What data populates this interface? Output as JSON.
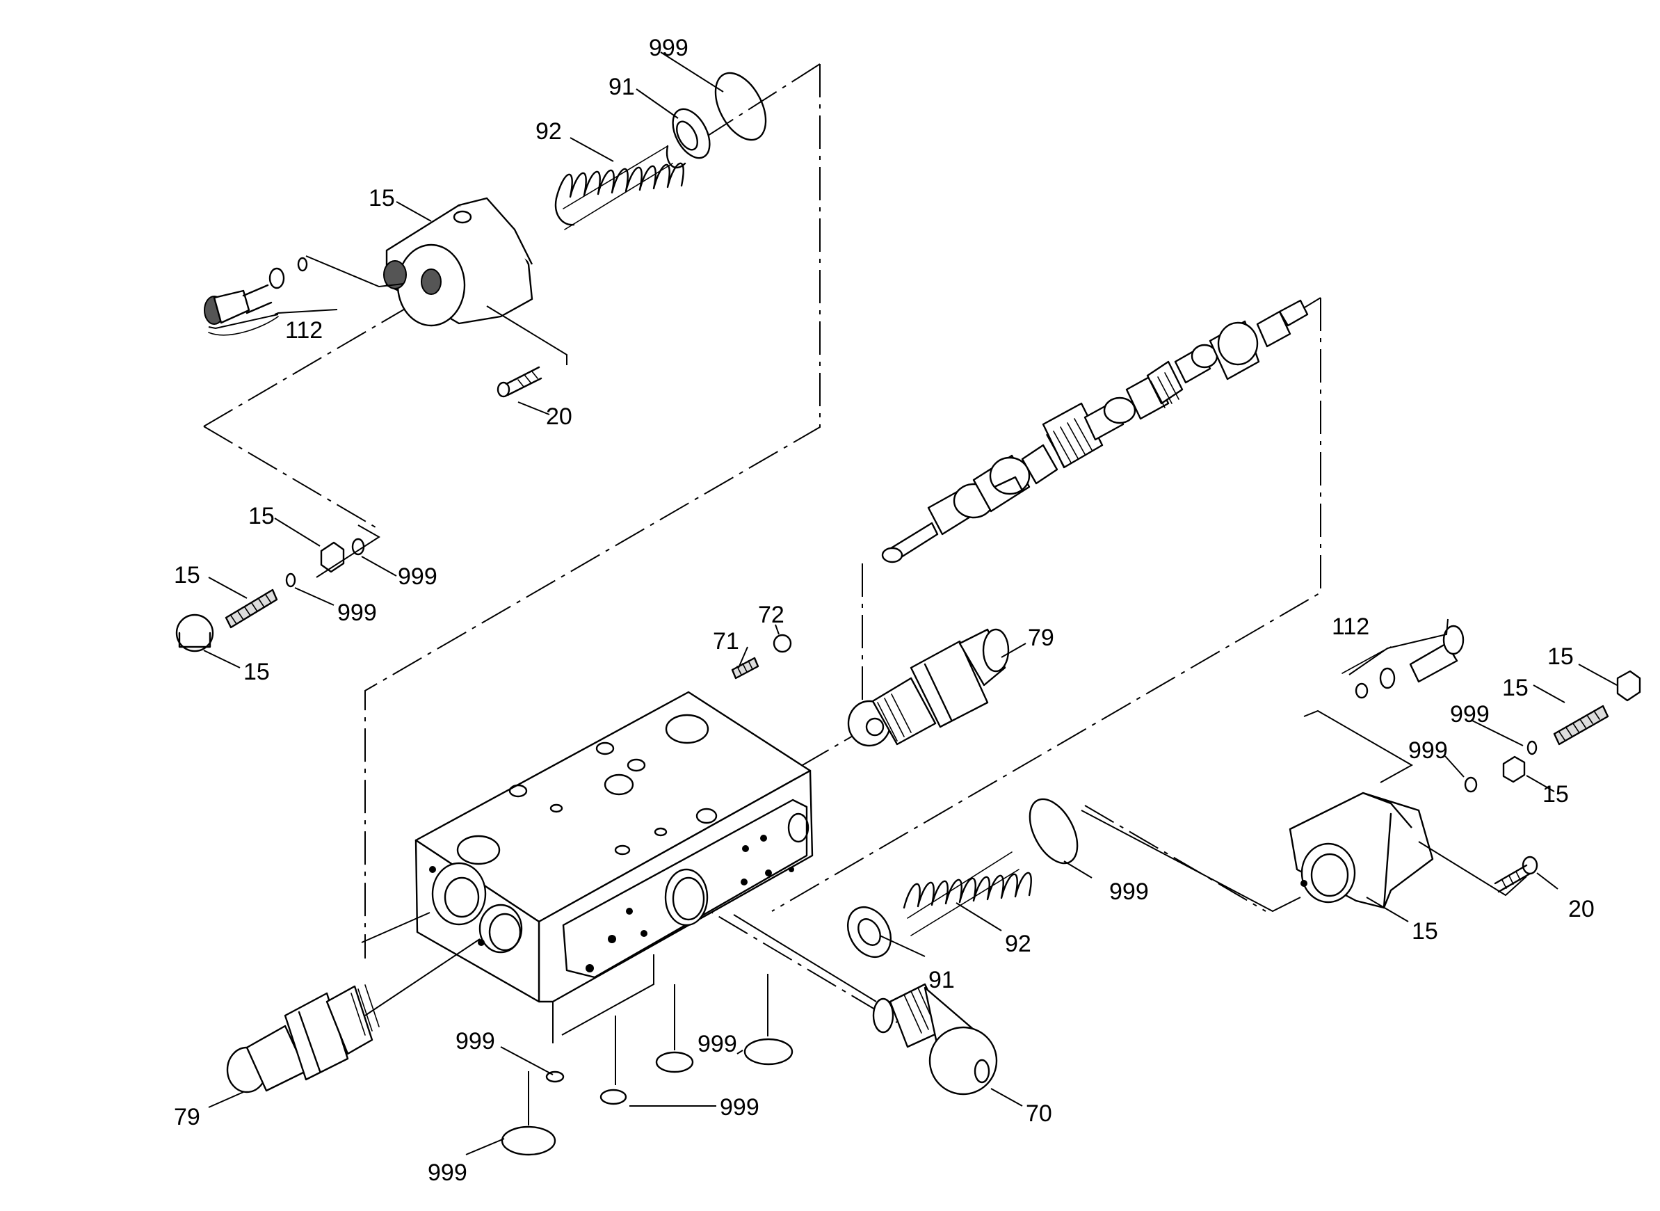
{
  "callouts": [
    {
      "id": "c-999-a",
      "text": "999"
    },
    {
      "id": "c-91-a",
      "text": "91"
    },
    {
      "id": "c-92-a",
      "text": "92"
    },
    {
      "id": "c-15-a",
      "text": "15"
    },
    {
      "id": "c-112-a",
      "text": "112"
    },
    {
      "id": "c-20-a",
      "text": "20"
    },
    {
      "id": "c-15-b",
      "text": "15"
    },
    {
      "id": "c-999-b",
      "text": "999"
    },
    {
      "id": "c-15-c",
      "text": "15"
    },
    {
      "id": "c-999-c",
      "text": "999"
    },
    {
      "id": "c-15-d",
      "text": "15"
    },
    {
      "id": "c-71",
      "text": "71"
    },
    {
      "id": "c-72",
      "text": "72"
    },
    {
      "id": "c-79-a",
      "text": "79"
    },
    {
      "id": "c-112-b",
      "text": "112"
    },
    {
      "id": "c-15-e",
      "text": "15"
    },
    {
      "id": "c-15-f",
      "text": "15"
    },
    {
      "id": "c-999-d",
      "text": "999"
    },
    {
      "id": "c-999-e",
      "text": "999"
    },
    {
      "id": "c-15-g",
      "text": "15"
    },
    {
      "id": "c-20-b",
      "text": "20"
    },
    {
      "id": "c-15-h",
      "text": "15"
    },
    {
      "id": "c-999-f",
      "text": "999"
    },
    {
      "id": "c-92-b",
      "text": "92"
    },
    {
      "id": "c-91-b",
      "text": "91"
    },
    {
      "id": "c-999-g",
      "text": "999"
    },
    {
      "id": "c-999-h",
      "text": "999"
    },
    {
      "id": "c-999-i",
      "text": "999"
    },
    {
      "id": "c-999-j",
      "text": "999"
    },
    {
      "id": "c-79-b",
      "text": "79"
    },
    {
      "id": "c-70",
      "text": "70"
    }
  ]
}
